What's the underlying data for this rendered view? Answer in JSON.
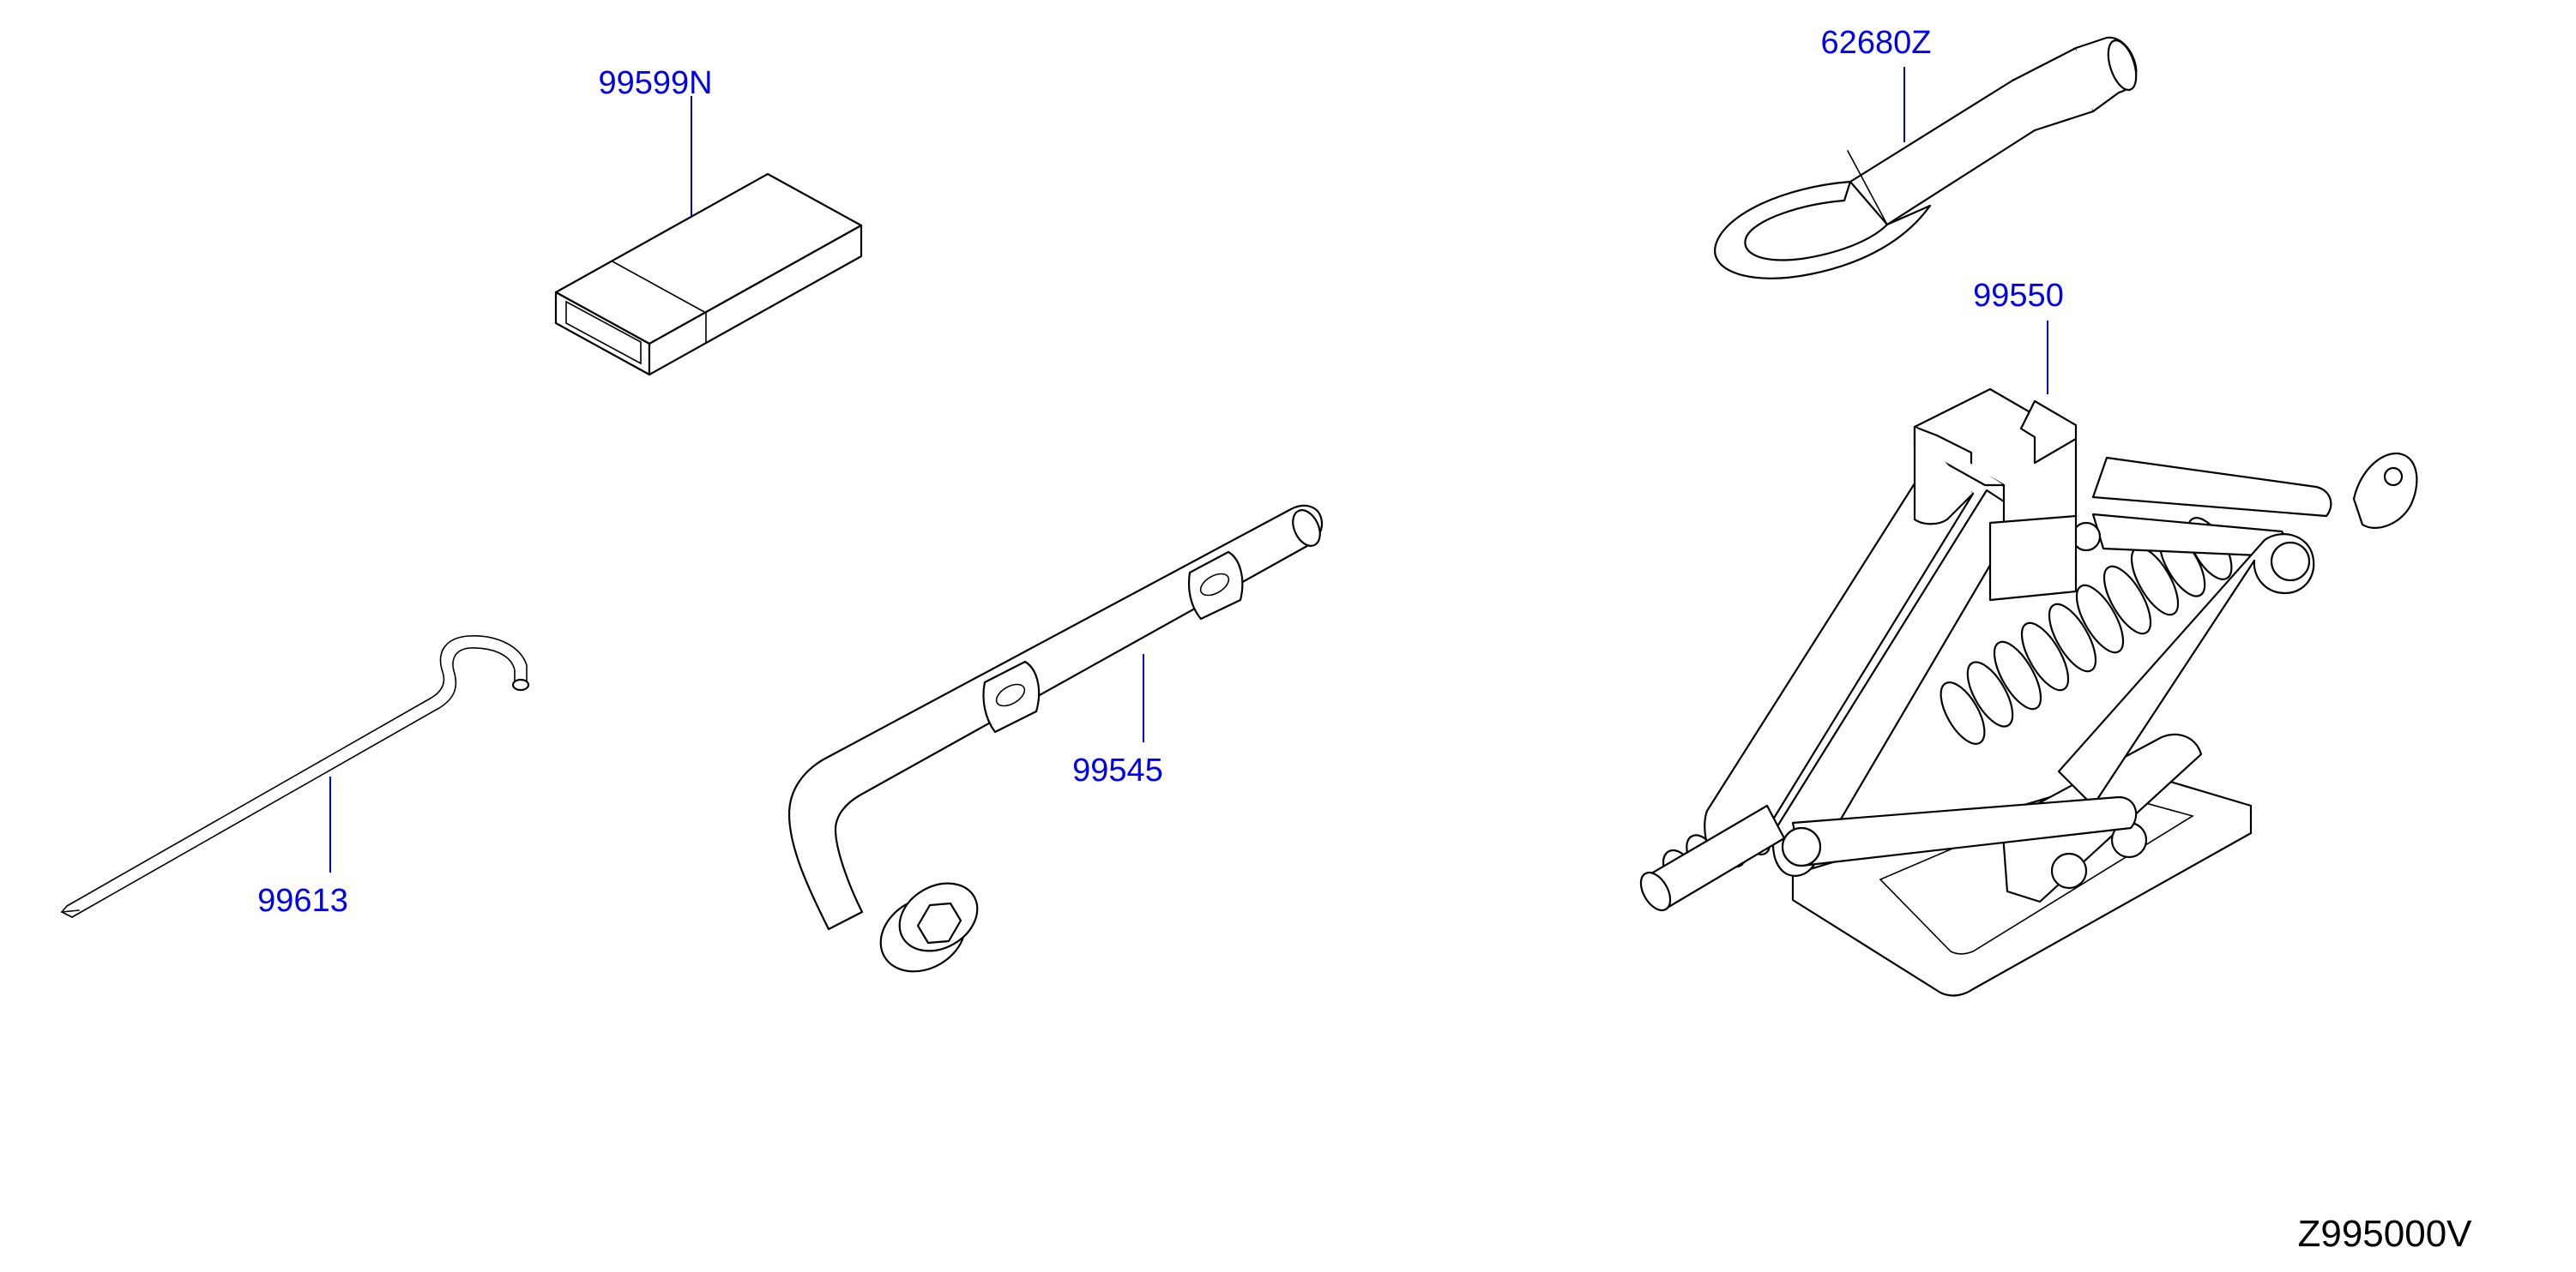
{
  "callouts": [
    {
      "id": "flashlight-bag",
      "label": "99599N"
    },
    {
      "id": "tow-hook",
      "label": "62680Z"
    },
    {
      "id": "jack",
      "label": "99550"
    },
    {
      "id": "wheel-wrench",
      "label": "99545"
    },
    {
      "id": "jack-rod",
      "label": "99613"
    }
  ],
  "diagram_id": "Z995000V",
  "colors": {
    "callout_text": "#0000ee",
    "leader_line": "#0000cc",
    "line_art": "#000000",
    "background": "#ffffff"
  }
}
